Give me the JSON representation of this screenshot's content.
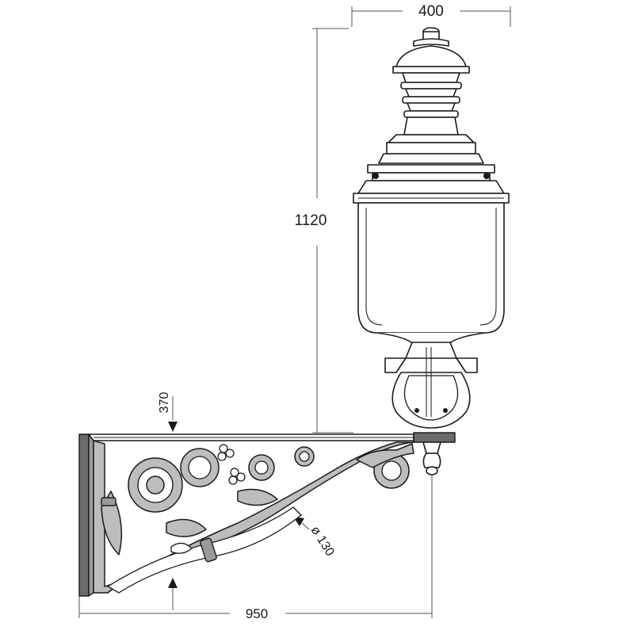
{
  "dimensions": {
    "width_top": "400",
    "height_total": "1120",
    "projection": "950",
    "bracket_height": "370",
    "diameter": "ø 130"
  },
  "colors": {
    "line": "#1a1a1a",
    "shade_dark": "#6b6b6b",
    "shade_mid": "#9a9a9a",
    "shade_light": "#bdbdbd",
    "background": "#ffffff"
  }
}
